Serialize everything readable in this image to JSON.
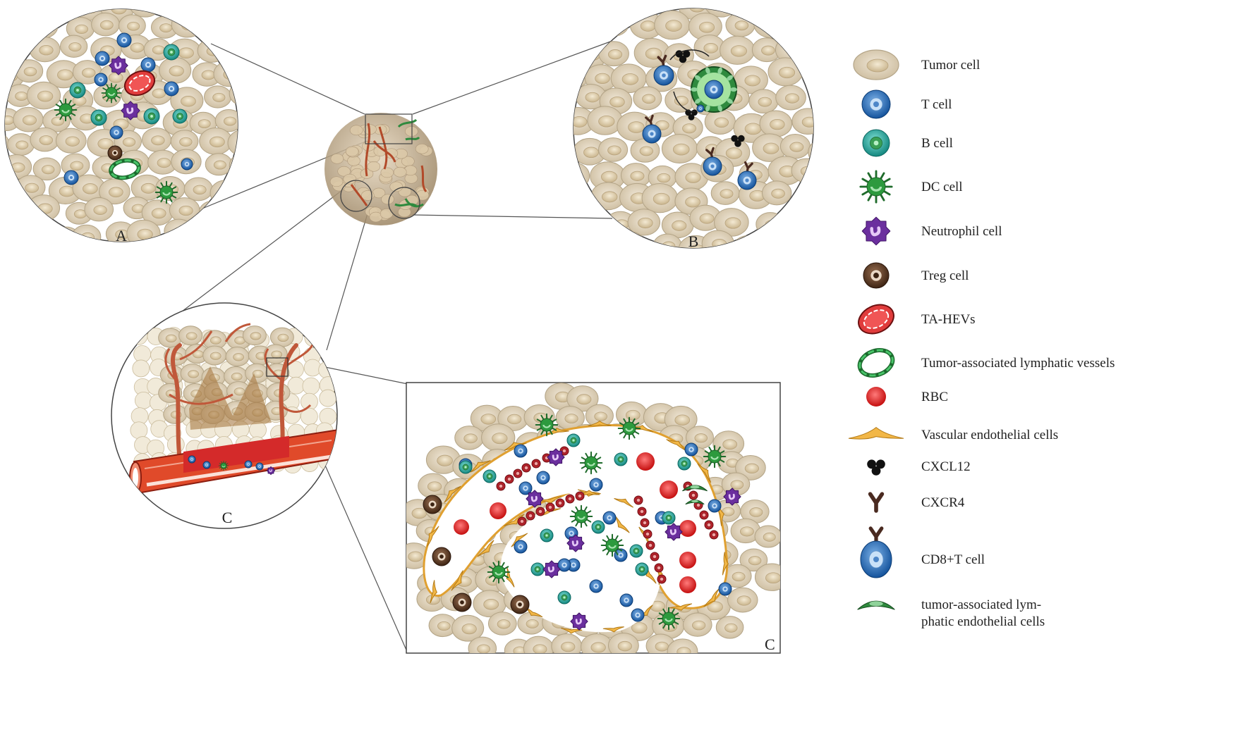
{
  "panels": {
    "a_label": "A",
    "b_label": "B",
    "c_label": "C",
    "c2_label": "C"
  },
  "legend": [
    {
      "icon": "tumor-cell-icon",
      "label": "Tumor cell"
    },
    {
      "icon": "t-cell-icon",
      "label": "T cell"
    },
    {
      "icon": "b-cell-icon",
      "label": "B cell"
    },
    {
      "icon": "dc-cell-icon",
      "label": "DC cell"
    },
    {
      "icon": "neutrophil-cell-icon",
      "label": "Neutrophil cell"
    },
    {
      "icon": "treg-cell-icon",
      "label": "Treg cell"
    },
    {
      "icon": "ta-hevs-icon",
      "label": "TA-HEVs"
    },
    {
      "icon": "lymphatic-vessel-icon",
      "label": "Tumor-associated lymphatic vessels"
    },
    {
      "icon": "rbc-icon",
      "label": "RBC"
    },
    {
      "icon": "vascular-endothelial-icon",
      "label": "Vascular endothelial cells"
    },
    {
      "icon": "cxcl12-icon",
      "label": "CXCL12"
    },
    {
      "icon": "cxcr4-icon",
      "label": "CXCR4"
    },
    {
      "icon": "cd8-t-cell-icon",
      "label": "CD8+T  cell"
    },
    {
      "icon": "lymphatic-endothelial-icon",
      "label": "tumor-associated lym-\nphatic endothelial cells"
    }
  ],
  "colors": {
    "tumor": "#dccfb8",
    "tumor_edge": "#b3a487",
    "t_cell": "#1f6fc4",
    "b_cell": "#1ea8a0",
    "dc_cell": "#2d9a3e",
    "neutrophil": "#6b2f9e",
    "treg": "#5a3a22",
    "hev": "#d83a3a",
    "lymphatic": "#2f9a4a",
    "rbc": "#d81c1c",
    "endothelial": "#e8a83a",
    "cxcl12": "#111111",
    "cxcr4": "#4a2a20"
  }
}
